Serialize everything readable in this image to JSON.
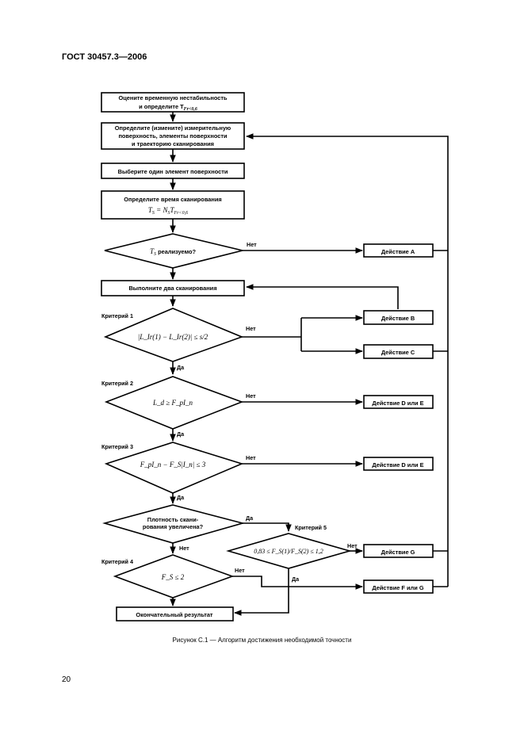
{
  "header": {
    "standard": "ГОСТ 30457.3—2006"
  },
  "page_number": "20",
  "caption": "Рисунок С.1 — Алгоритм достижения необходимой точности",
  "boxes": {
    "b1_line1": "Оцените временную нестабильность",
    "b1_line2": "и определите T",
    "b1_sub": "Fr<0,6",
    "b2_line1": "Определите (измените) измерительную",
    "b2_line2": "поверхность, элементы поверхности",
    "b2_line3": "и траекторию сканирования",
    "b3": "Выберите один элемент поверхности",
    "b4_line1": "Определите время сканирования",
    "b4_formula": "T",
    "b4_formula_sub1": "S",
    "b4_formula_mid": " = N",
    "b4_formula_sub2": "S",
    "b4_formula_t": "T",
    "b4_formula_sub3": "Fr<0,6",
    "b5": "Выполните два сканирования",
    "final": "Окончательный результат"
  },
  "decisions": {
    "d1_a": "T",
    "d1_sub": "S",
    "d1_b": " реализуемо?",
    "d2": "|L_Ir(1) − L_Ir(2)| ≤ s/2",
    "d3": "L_d ≥ F_pI_n",
    "d4": "F_pI_n − F_S|I_n| ≤ 3",
    "d5_line1": "Плотность скани-",
    "d5_line2": "рования увеличена?",
    "d6": "F_S ≤ 2",
    "d7": "0,83 ≤ F_S(1)/F_S(2) ≤ 1,2"
  },
  "criteria": {
    "c1": "Критерий 1",
    "c2": "Критерий 2",
    "c3": "Критерий 3",
    "c4": "Критерий 4",
    "c5": "Критерий 5"
  },
  "actions": {
    "a": "Действие А",
    "b": "Действие В",
    "c": "Действие С",
    "d1": "Действие D или E",
    "d2": "Действие D или E",
    "g": "Действие G",
    "fg": "Действие F или G"
  },
  "edge_labels": {
    "no": "Нет",
    "yes": "Да"
  }
}
